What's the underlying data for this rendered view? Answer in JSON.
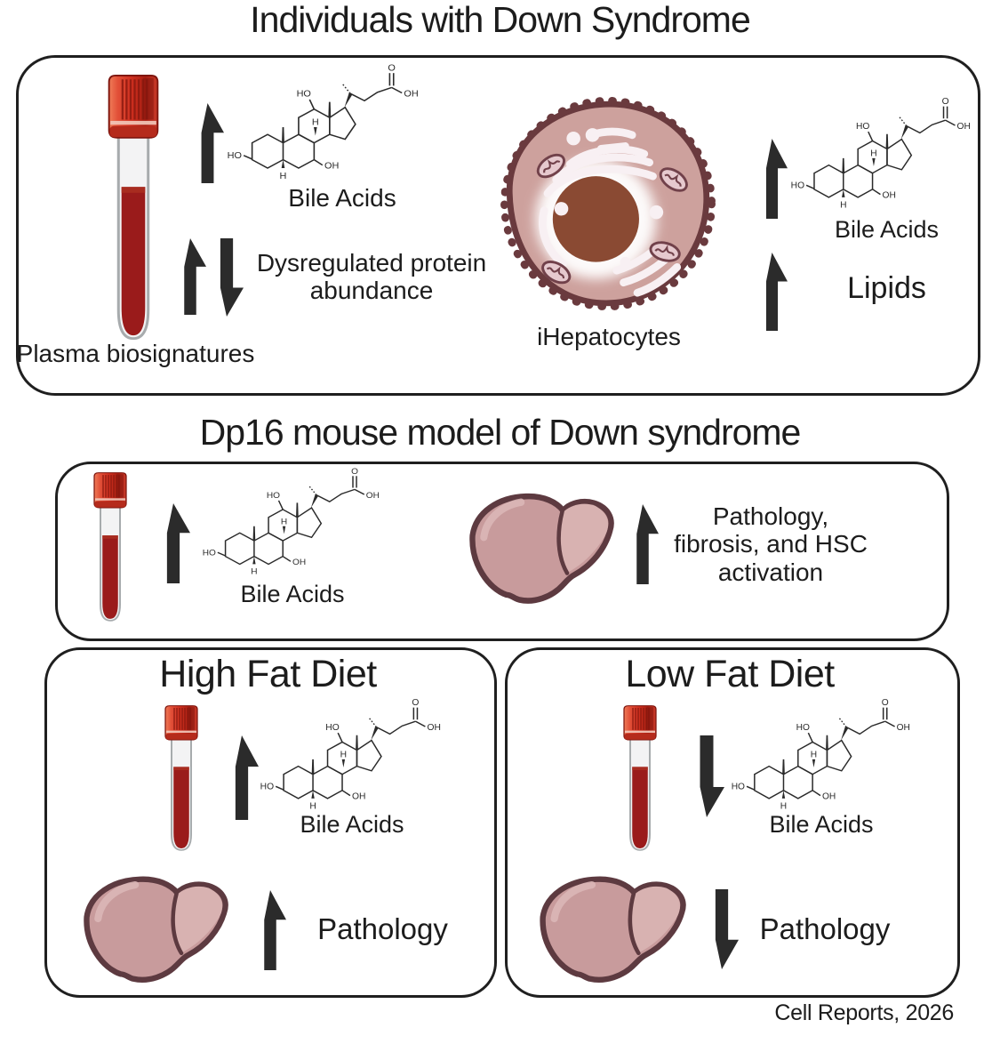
{
  "figure": {
    "sections": {
      "human": {
        "title": "Individuals with Down Syndrome",
        "plasma_label": "Plasma biosignatures",
        "bile_acids_label": "Bile Acids",
        "dysregulated_line1": "Dysregulated protein",
        "dysregulated_line2": "abundance",
        "cell_label": "iHepatocytes",
        "bile_acids_right_label": "Bile Acids",
        "lipids_label": "Lipids"
      },
      "mouse": {
        "title": "Dp16 mouse model of Down syndrome",
        "bile_acids_label": "Bile Acids",
        "liver_line1": "Pathology,",
        "liver_line2": "fibrosis, and HSC",
        "liver_line3": "activation"
      },
      "high_fat": {
        "title": "High Fat Diet",
        "bile_acids_label": "Bile Acids",
        "pathology_label": "Pathology"
      },
      "low_fat": {
        "title": "Low Fat Diet",
        "bile_acids_label": "Bile Acids",
        "pathology_label": "Pathology"
      }
    },
    "credit": "Cell Reports, 2026"
  },
  "molecule_labels": {
    "ho_top": "HO",
    "ho_left": "HO",
    "oh_ring": "OH",
    "h_mid": "H",
    "h_bottom": "H",
    "o_carboxyl": "O",
    "oh_carboxyl": "OH"
  },
  "colors": {
    "arrow": "#2b2b2b",
    "box_outline": "#1f1f1f",
    "blood_red": "#9a1b1b",
    "cap_red": "#d03020",
    "liver_fill": "#c89b9c",
    "liver_outline": "#5d3a40",
    "cell_fill": "#cda19d",
    "cell_outline": "#6a3a3e",
    "nucleus_brown": "#8a4a33",
    "text": "#1c1c1c"
  }
}
